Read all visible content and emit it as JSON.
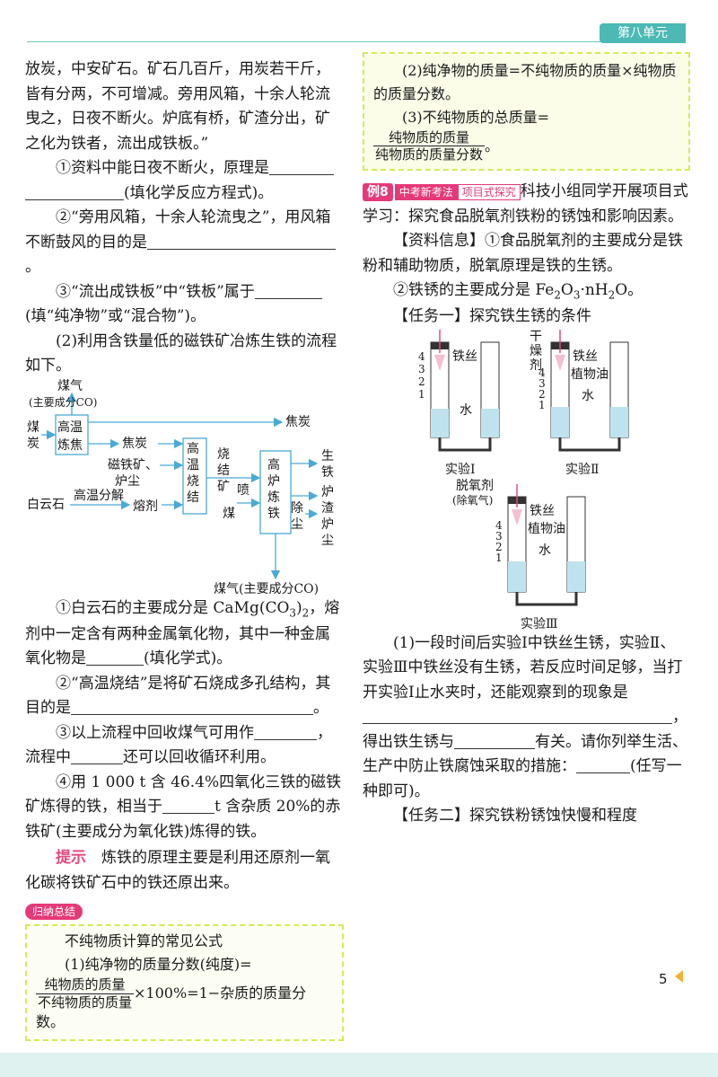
{
  "header": {
    "unit_label": "第八单元"
  },
  "left": {
    "para1": "放炭，中安矿石。矿石几百斤，用炭若干斤，皆有分两，不可增减。旁用风箱，十余人轮流曳之，日夜不断火。炉底有桥，矿渣分出，矿之化为铁者，流出成铁板。”",
    "q1_1a": "①资料中能日夜不断火，原理是",
    "q1_1b": "(填化学反应方程式)。",
    "q1_2": "②“旁用风箱，十余人轮流曳之”，用风箱不断鼓风的目的是",
    "q1_2end": "。",
    "q1_3a": "③“流出成铁板”中“铁板”属于",
    "q1_3b": "(填“纯净物”或“混合物”)。",
    "q2": "(2)利用含铁量低的磁铁矿冶炼生铁的流程如下。",
    "flow": {
      "gas_top": "煤气",
      "gas_top_note": "(主要成分CO)",
      "coal": [
        "煤",
        "炭"
      ],
      "coking": [
        "高温",
        "炼焦"
      ],
      "coke_byproduct": "焦炭",
      "coke": "焦炭",
      "ore_dust": [
        "磁铁矿、",
        "炉尘"
      ],
      "sinter": [
        "高",
        "温",
        "烧",
        "结"
      ],
      "sinter_ore": [
        "烧",
        "结",
        "矿"
      ],
      "spray": "喷",
      "coal2": "煤",
      "furnace": [
        "高",
        "炉",
        "炼",
        "铁"
      ],
      "dust_remove": [
        "除",
        "尘"
      ],
      "pig_iron": [
        "生",
        "铁"
      ],
      "slag": [
        "炉",
        "渣"
      ],
      "dust": [
        "炉",
        "尘"
      ],
      "dolomite": "白云石",
      "decompose": "高温分解",
      "flux": "熔剂",
      "gas_bottom": "煤气(主要成分CO)"
    },
    "q2_1a": "①白云石的主要成分是 CaMg(CO",
    "q2_1sub1": "3",
    "q2_1sub2": "2",
    "q2_1b": "，熔剂中一定含有两种金属氧化物，其中一种金属氧化物是",
    "q2_1c": "(填化学式)。",
    "q2_2": "②“高温烧结”是将矿石烧成多孔结构，其目的是",
    "q2_2end": "。",
    "q2_3a": "③以上流程中回收煤气可用作",
    "q2_3b": "，流程中",
    "q2_3c": "还可以回收循环利用。",
    "q2_4a": "④用 1 000 t 含 46.4%四氧化三铁的磁铁矿炼得的铁，相当于",
    "q2_4b": "t 含杂质 20%的赤铁矿(主要成分为氧化铁)炼得的铁。",
    "hint_label": "提示",
    "hint": "炼铁的原理主要是利用还原剂一氧化碳将铁矿石中的铁还原出来。",
    "summary_tag": "归纳总结",
    "summary_title": "不纯物质计算的常见公式",
    "summary_1": "(1)纯净物的质量分数(纯度)=",
    "summary_1_num": "纯物质的质量",
    "summary_1_den": "不纯物质的质量",
    "summary_1_rest": "×100%=1−杂质的质量分数。"
  },
  "right": {
    "box_2": "(2)纯净物的质量=不纯物质的质量×纯物质的质量分数。",
    "box_3": "(3)不纯物质的总质量=",
    "box_3_num": "纯物质的质量",
    "box_3_den": "纯物质的质量分数",
    "box_3_end": "。",
    "example_tag": "例8",
    "new_tag": "中考新考法",
    "proj_tag": "项目式探究",
    "intro": "科技小组同学开展项目式学习：探究食品脱氧剂铁粉的锈蚀和影响因素。",
    "info1": "【资料信息】①食品脱氧剂的主要成分是铁粉和辅助物质，脱氧原理是铁的生锈。",
    "info2a": "②铁锈的主要成分是 Fe",
    "info2s1": "2",
    "info2b": "O",
    "info2s2": "3",
    "info2c": "·nH",
    "info2s3": "2",
    "info2d": "O。",
    "task1": "【任务一】探究铁生锈的条件",
    "exp": {
      "scale": [
        "4",
        "3",
        "2",
        "1"
      ],
      "wire": "铁丝",
      "water": "水",
      "dryer": [
        "干",
        "燥",
        "剂"
      ],
      "oil": "植物油",
      "deox": "脱氧剂",
      "deox_note": "(除氧气)",
      "label1": "实验Ⅰ",
      "label2": "实验Ⅱ",
      "label3": "实验Ⅲ"
    },
    "q1a": "(1)一段时间后实验Ⅰ中铁丝生锈，实验Ⅱ、实验Ⅲ中铁丝没有生锈，若反应时间足够，当打开实验Ⅰ止水夹时，还能观察到的现象是",
    "q1b": "，得出铁生锈与",
    "q1c": "有关。请你列举生活、生产中防止铁腐蚀采取的措施：",
    "q1d": "(任写一种即可)。",
    "task2": "【任务二】探究铁粉锈蚀快慢和程度"
  },
  "footer": {
    "page_number": "5"
  }
}
